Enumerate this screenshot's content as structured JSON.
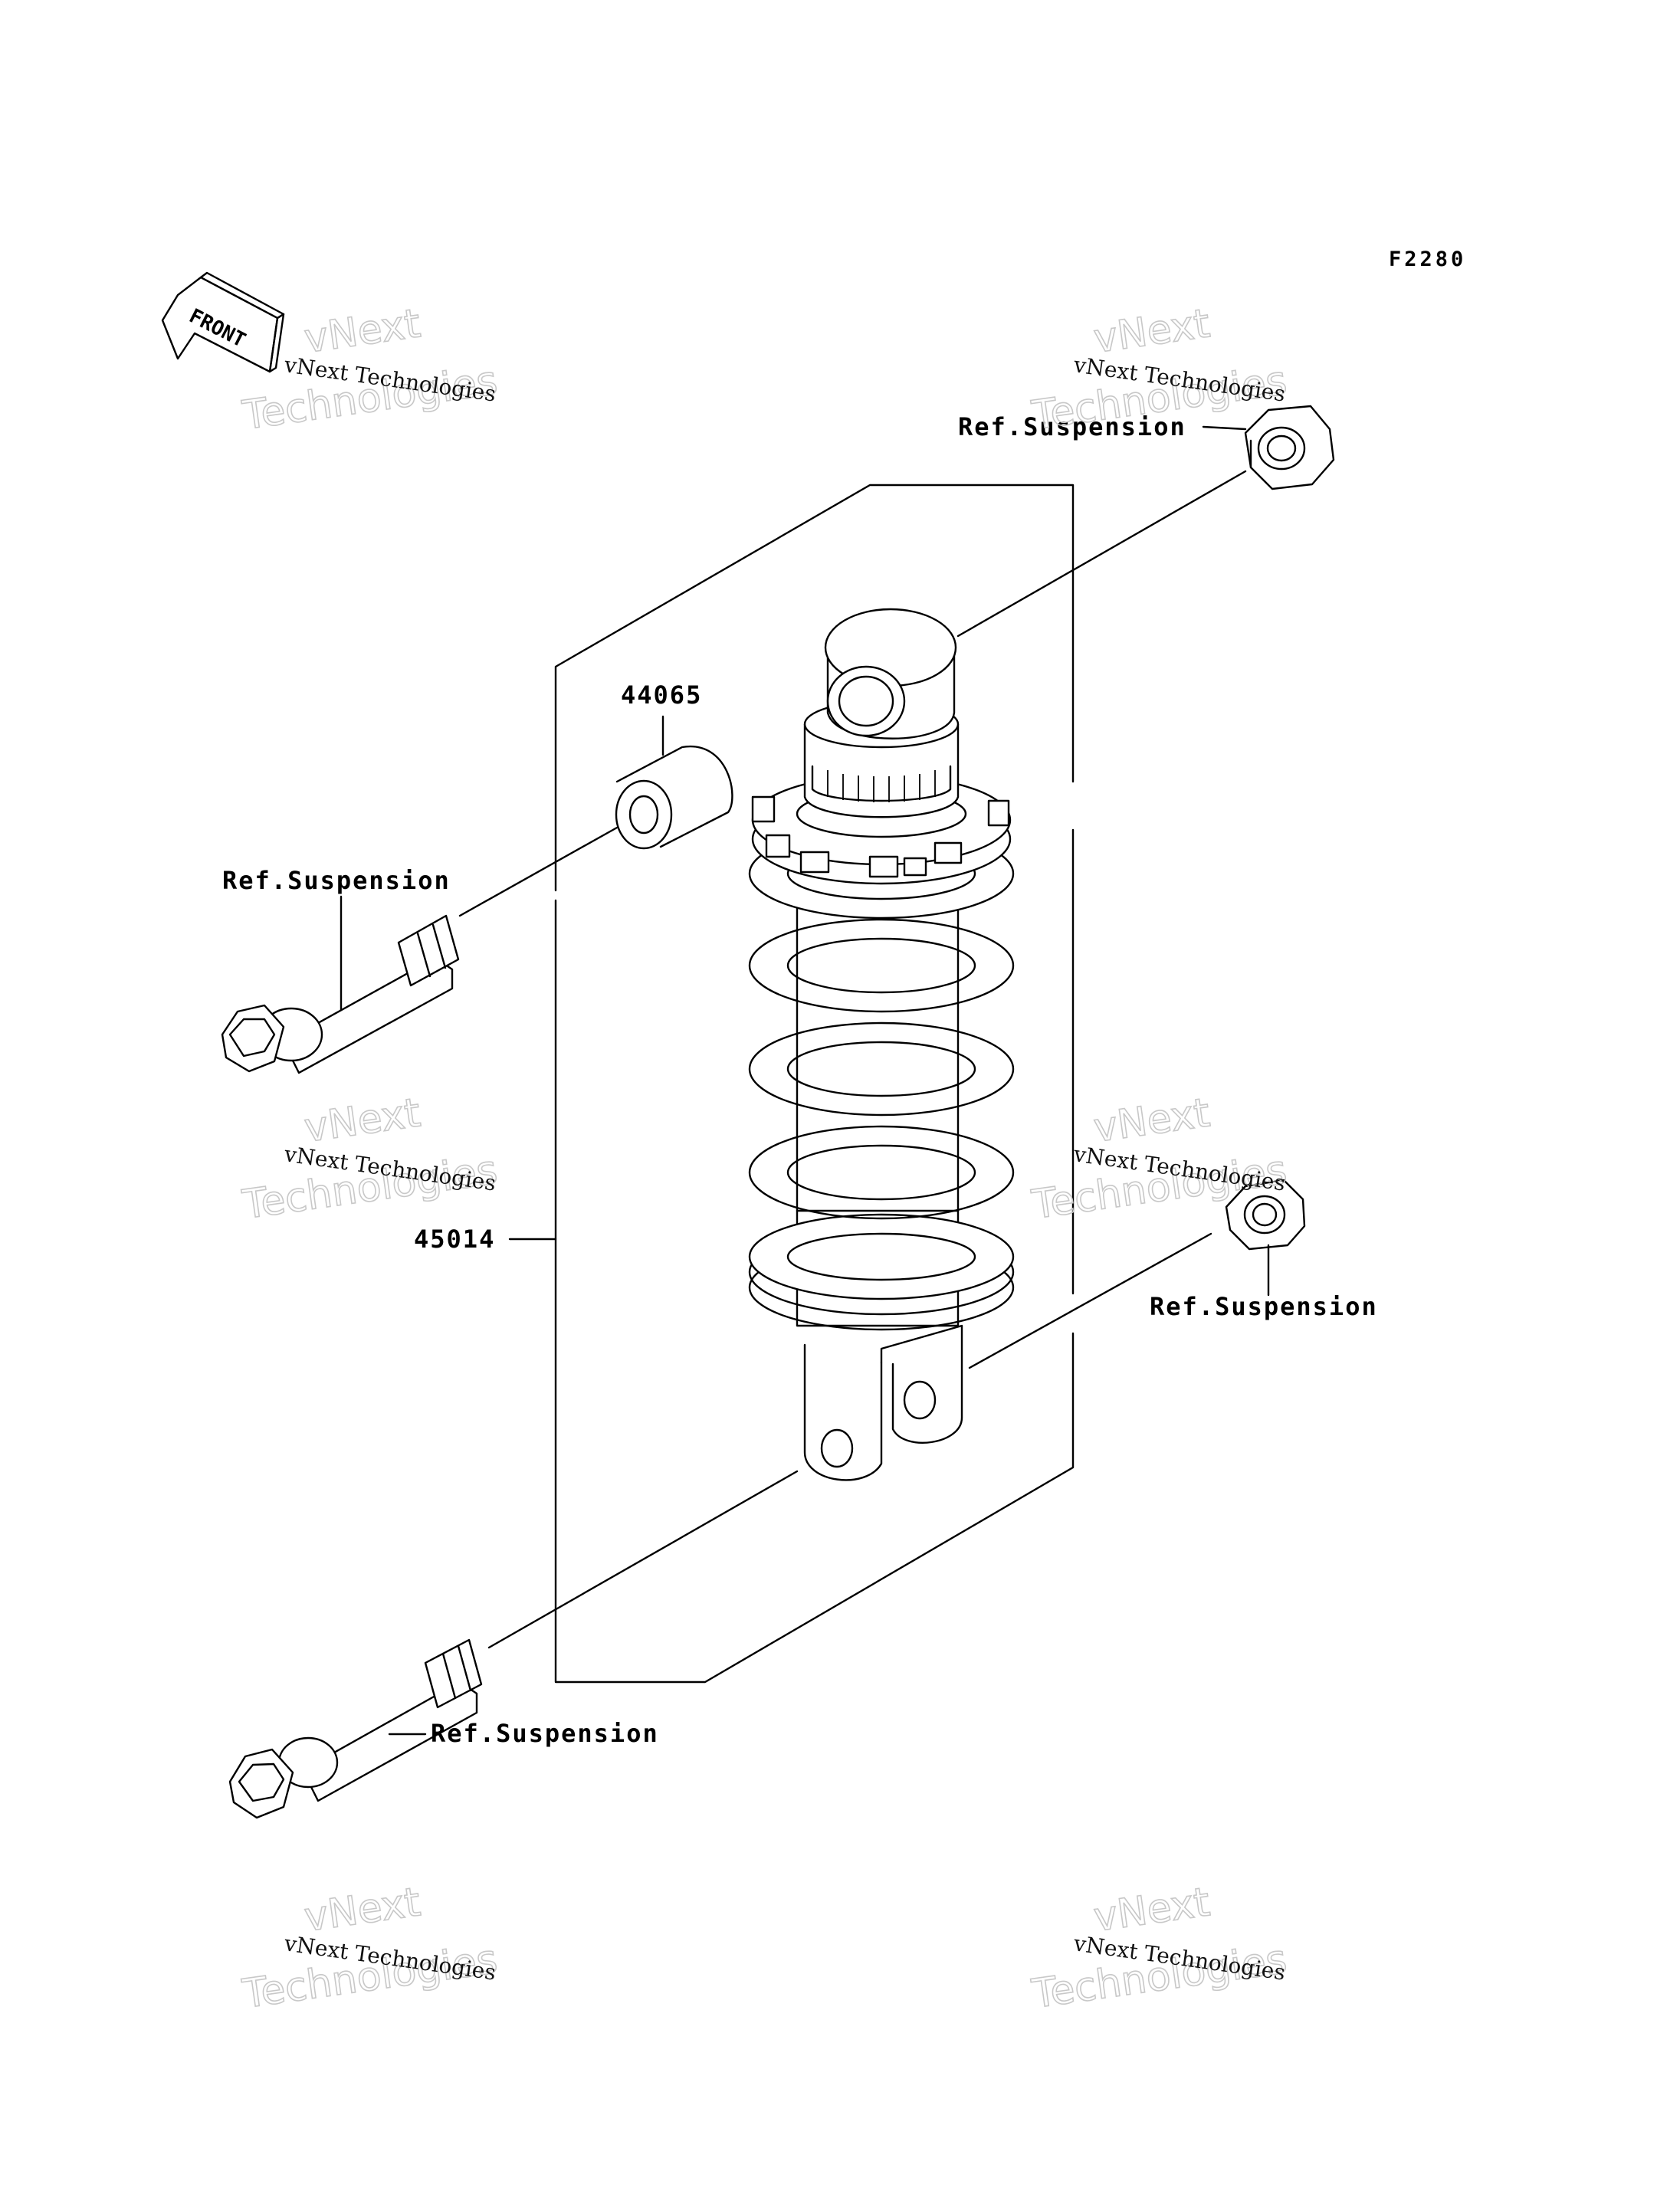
{
  "figure_code": "F2280",
  "front_label": "FRONT",
  "parts": {
    "shock_absorber": "45014",
    "collar": "44065"
  },
  "references": {
    "top_nut": "Ref.Suspension",
    "upper_bolt": "Ref.Suspension",
    "lower_nut": "Ref.Suspension",
    "lower_bolt": "Ref.Suspension"
  },
  "watermark": {
    "line_small": "vNext Technologies",
    "line_big_1": "vNext",
    "line_big_2": "Technologies"
  }
}
